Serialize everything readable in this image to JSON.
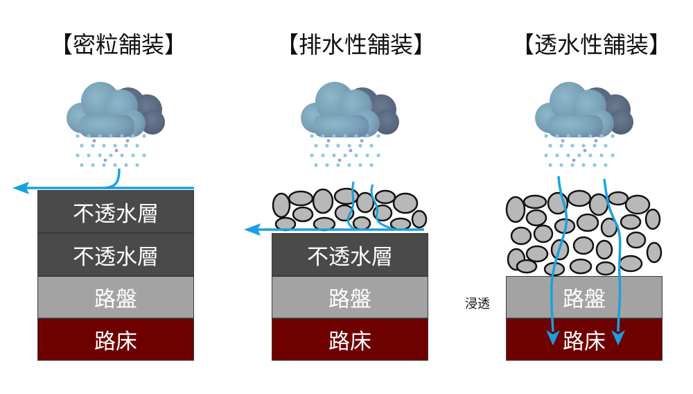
{
  "titles": {
    "dense": "【密粒舗装】",
    "drainage": "【排水性舗装】",
    "permeable": "【透水性舗装】"
  },
  "dense": {
    "layers": [
      "不透水層",
      "不透水層",
      "路盤",
      "路床"
    ]
  },
  "drainage": {
    "layers": [
      "不透水層",
      "路盤",
      "路床"
    ]
  },
  "permeable": {
    "layers": [
      "路盤",
      "路床"
    ],
    "infiltration_label": "浸透"
  },
  "colors": {
    "impermeable": "#4a4a4a",
    "base": "#a3a3a3",
    "subgrade": "#6e0000",
    "water_arrow": "#1aa0e0",
    "stone_fill": "#b5b5b5",
    "stone_stroke": "#111111"
  },
  "icons": [
    "rain-cloud-icon",
    "water-flow-arrow-icon",
    "porous-stone-icon"
  ]
}
